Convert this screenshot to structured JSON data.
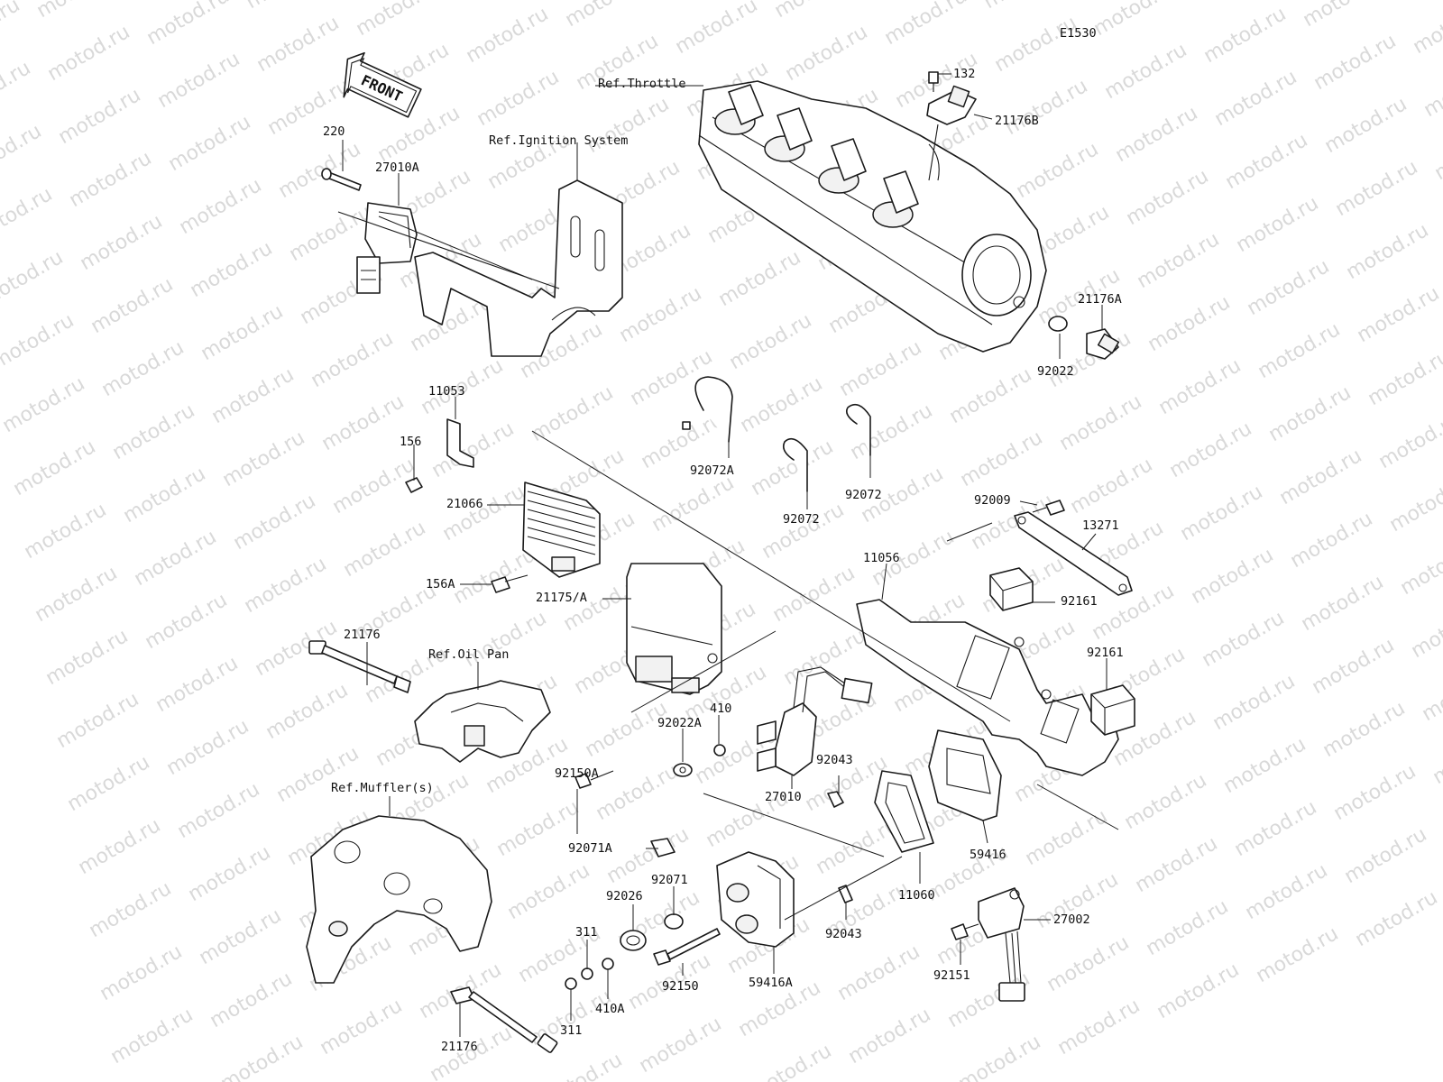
{
  "diagram_code": "E1530",
  "watermark_text": "motod.ru",
  "front_arrow": {
    "label": "FRONT"
  },
  "reference_labels": {
    "throttle": "Ref.Throttle",
    "ignition_system": "Ref.Ignition System",
    "oil_pan": "Ref.Oil Pan",
    "mufflers": "Ref.Muffler(s)"
  },
  "part_labels": {
    "p132": "132",
    "p21176B": "21176B",
    "p220": "220",
    "p27010A": "27010A",
    "p21176A": "21176A",
    "p92022": "92022",
    "p11053": "11053",
    "p156": "156",
    "p92072A": "92072A",
    "p92072_1": "92072",
    "p92072_2": "92072",
    "p21066": "21066",
    "p92009": "92009",
    "p13271": "13271",
    "p11056": "11056",
    "p156A": "156A",
    "p21175A": "21175/A",
    "p92161_1": "92161",
    "p92161_2": "92161",
    "p21176_top": "21176",
    "p410": "410",
    "p92022A": "92022A",
    "p92150A": "92150A",
    "p92043_1": "92043",
    "p27010": "27010",
    "p59416": "59416",
    "p92071A": "92071A",
    "p92071": "92071",
    "p11060": "11060",
    "p92026": "92026",
    "p311_1": "311",
    "p92043_2": "92043",
    "p27002": "27002",
    "p92150": "92150",
    "p59416A": "59416A",
    "p92151": "92151",
    "p410A": "410A",
    "p311_2": "311",
    "p21176_bottom": "21176"
  }
}
